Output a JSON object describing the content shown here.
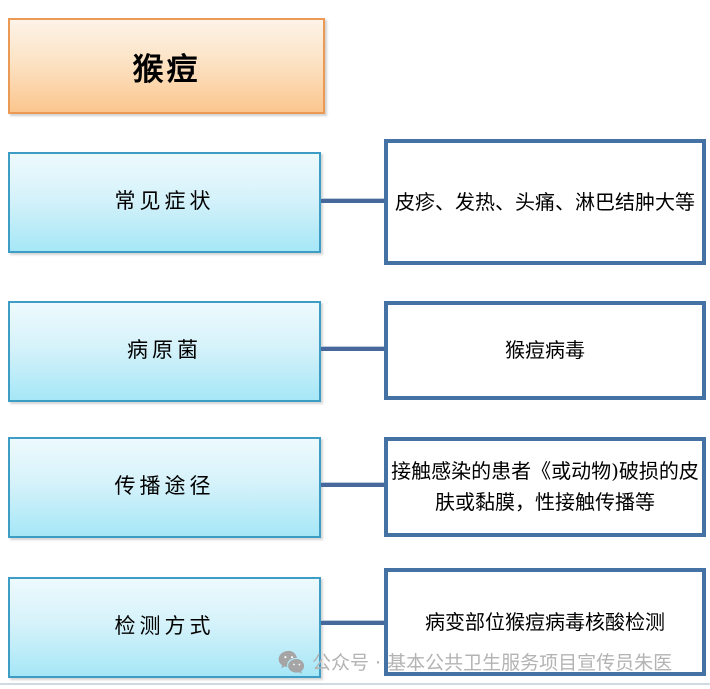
{
  "title": {
    "label": "猴痘"
  },
  "rows": [
    {
      "label": "常见症状",
      "desc": "皮疹、发热、头痛、淋巴结肿大等"
    },
    {
      "label": "病原菌",
      "desc": "猴痘病毒"
    },
    {
      "label": "传播途径",
      "desc": "接触感染的患者《或动物)破损的皮肤或黏膜，性接触传播等"
    },
    {
      "label": "检测方式",
      "desc": "病变部位猴痘病毒核酸检测"
    }
  ],
  "watermark": {
    "icon": "wechat-icon",
    "text": "公众号 · 基本公共卫生服务项目宣传员朱医"
  },
  "colors": {
    "title_border": "#ea9a55",
    "title_gradient_top": "#fdf3e8",
    "title_gradient_bottom": "#fbc68e",
    "left_box_border": "#3e9dc4",
    "left_box_gradient_top": "#edfafd",
    "left_box_gradient_bottom": "#a6e7f7",
    "right_box_border": "#4472a4",
    "connector": "#47689a",
    "watermark_gray": "#b3b3b3",
    "bottom_line": "#cfdae3"
  }
}
